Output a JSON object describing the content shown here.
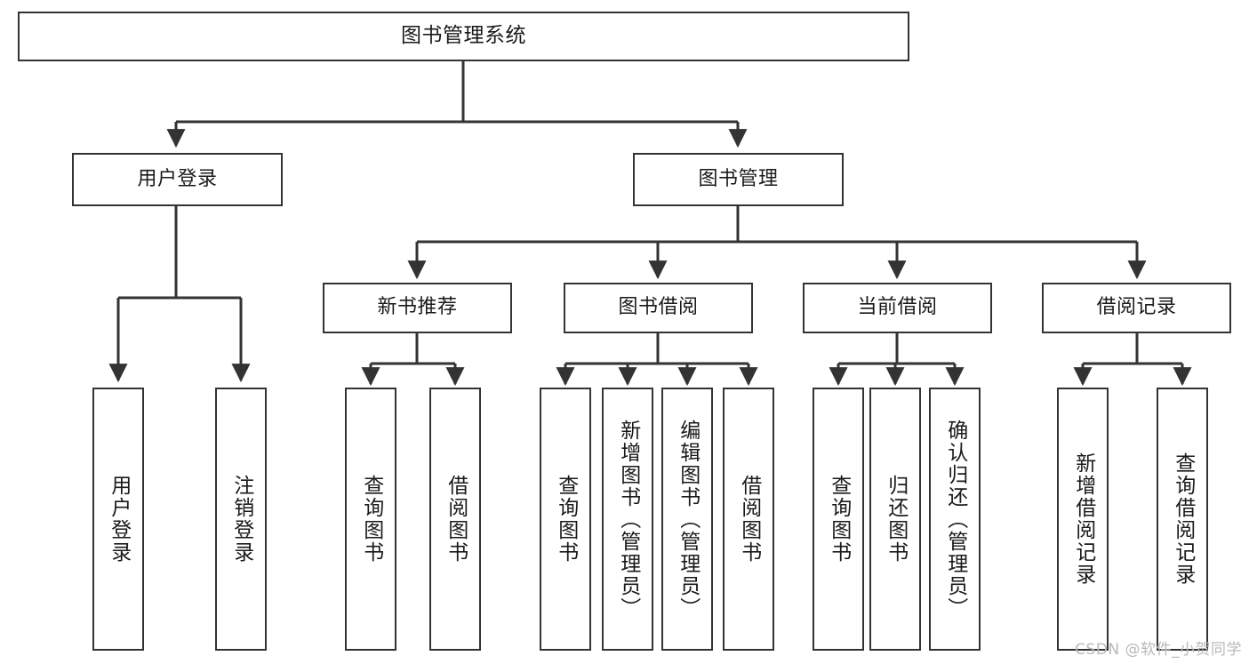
{
  "diagram": {
    "title": "图书管理系统",
    "watermark": "CSDN @软件_小贺同学",
    "colors": {
      "background": "#ffffff",
      "box_border": "#333333",
      "box_fill": "#ffffff",
      "connector": "#333333",
      "text": "#1a1a1a",
      "watermark": "#b9b9b9"
    },
    "nodes": {
      "root": {
        "label": "图书管理系统"
      },
      "level1": [
        {
          "label": "用户登录"
        },
        {
          "label": "图书管理"
        }
      ],
      "level2": [
        {
          "label": "新书推荐"
        },
        {
          "label": "图书借阅"
        },
        {
          "label": "当前借阅"
        },
        {
          "label": "借阅记录"
        }
      ],
      "leaves": {
        "user_login": [
          {
            "label": "用户登录"
          },
          {
            "label": "注销登录"
          }
        ],
        "new_book_recommend": [
          {
            "label": "查询图书"
          },
          {
            "label": "借阅图书"
          }
        ],
        "book_borrow": [
          {
            "label": "查询图书"
          },
          {
            "label": "新增图书（管理员）"
          },
          {
            "label": "编辑图书（管理员）"
          },
          {
            "label": "借阅图书"
          }
        ],
        "current_borrow": [
          {
            "label": "查询图书"
          },
          {
            "label": "归还图书"
          },
          {
            "label": "确认归还（管理员）"
          }
        ],
        "borrow_record": [
          {
            "label": "新增借阅记录"
          },
          {
            "label": "查询借阅记录"
          }
        ]
      }
    }
  }
}
